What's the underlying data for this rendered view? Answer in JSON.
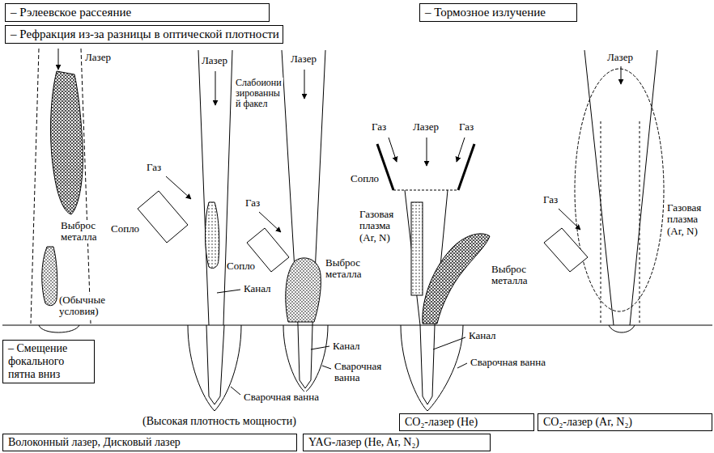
{
  "diagram": {
    "nodes": [
      {
        "text": [
          "– Рэлеевское рассеяние"
        ]
      },
      {
        "text": [
          "– Рефракция из-за разницы в оптической плотности"
        ]
      },
      {
        "text": [
          "– Тормозное излучение"
        ]
      },
      {
        "text": [
          "– Смещение фокального пятна вниз"
        ]
      },
      {
        "text": [
          "CO₂-лазер (He)"
        ]
      },
      {
        "text": [
          "CO₂-лазер (Ar, N₂)"
        ]
      },
      {
        "text": [
          "Волоконный лазер, Дисковый лазер"
        ]
      },
      {
        "text": [
          "YAG-лазер (He, Ar, N₂)"
        ]
      }
    ],
    "labels": [
      "Лазер",
      "Выброс металла",
      "(Обычные условия)",
      "Лазер",
      "Слабоионизированный факел",
      "Газ",
      "Сопло",
      "Канал",
      "Сварочная ванна",
      "Лазер",
      "Газ",
      "Сопло",
      "Выброс металла",
      "Канал",
      "Сварочная ванна",
      "Газ",
      "Лазер",
      "Газ",
      "Сопло",
      "Газовая плазма (Ar, N)",
      "Выброс металла",
      "Канал",
      "Сварочная ванна",
      "Лазер",
      "Газ",
      "Газовая плазма (Ar, N)",
      "(Высокая плотность мощности)"
    ]
  }
}
